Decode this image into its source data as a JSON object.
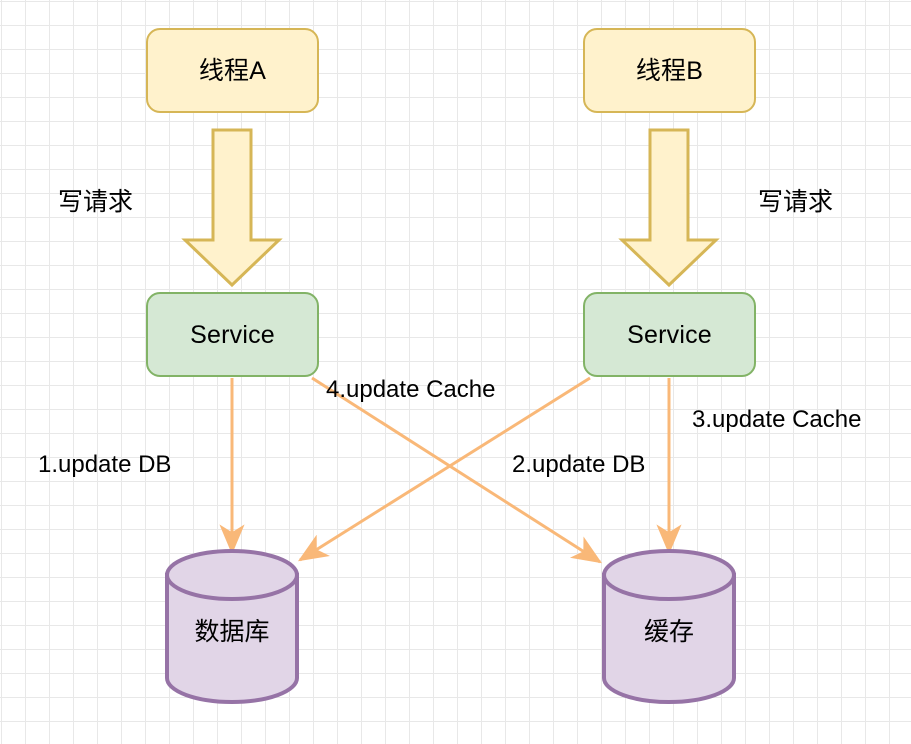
{
  "diagram": {
    "title_present": false,
    "background": "grid-canvas",
    "colors": {
      "thread_fill": "#fff2cc",
      "thread_stroke": "#d6b656",
      "service_fill": "#d5e8d4",
      "service_stroke": "#82b366",
      "store_fill": "#e1d5e7",
      "store_stroke": "#9673a6",
      "arrow_thin": "#f9b878",
      "block_arrow_fill": "#fff2cc",
      "block_arrow_stroke": "#d6b656",
      "text": "#000000",
      "grid_minor": "#e8e8e8",
      "grid_major": "#cfcfcf"
    },
    "nodes": {
      "thread_a": "线程A",
      "thread_b": "线程B",
      "service_left": "Service",
      "service_right": "Service",
      "database": "数据库",
      "cache": "缓存"
    },
    "edge_labels": {
      "write_request_left": "写请求",
      "write_request_right": "写请求",
      "step1": "1.update DB",
      "step2": "2.update DB",
      "step3": "3.update Cache",
      "step4": "4.update Cache"
    }
  }
}
